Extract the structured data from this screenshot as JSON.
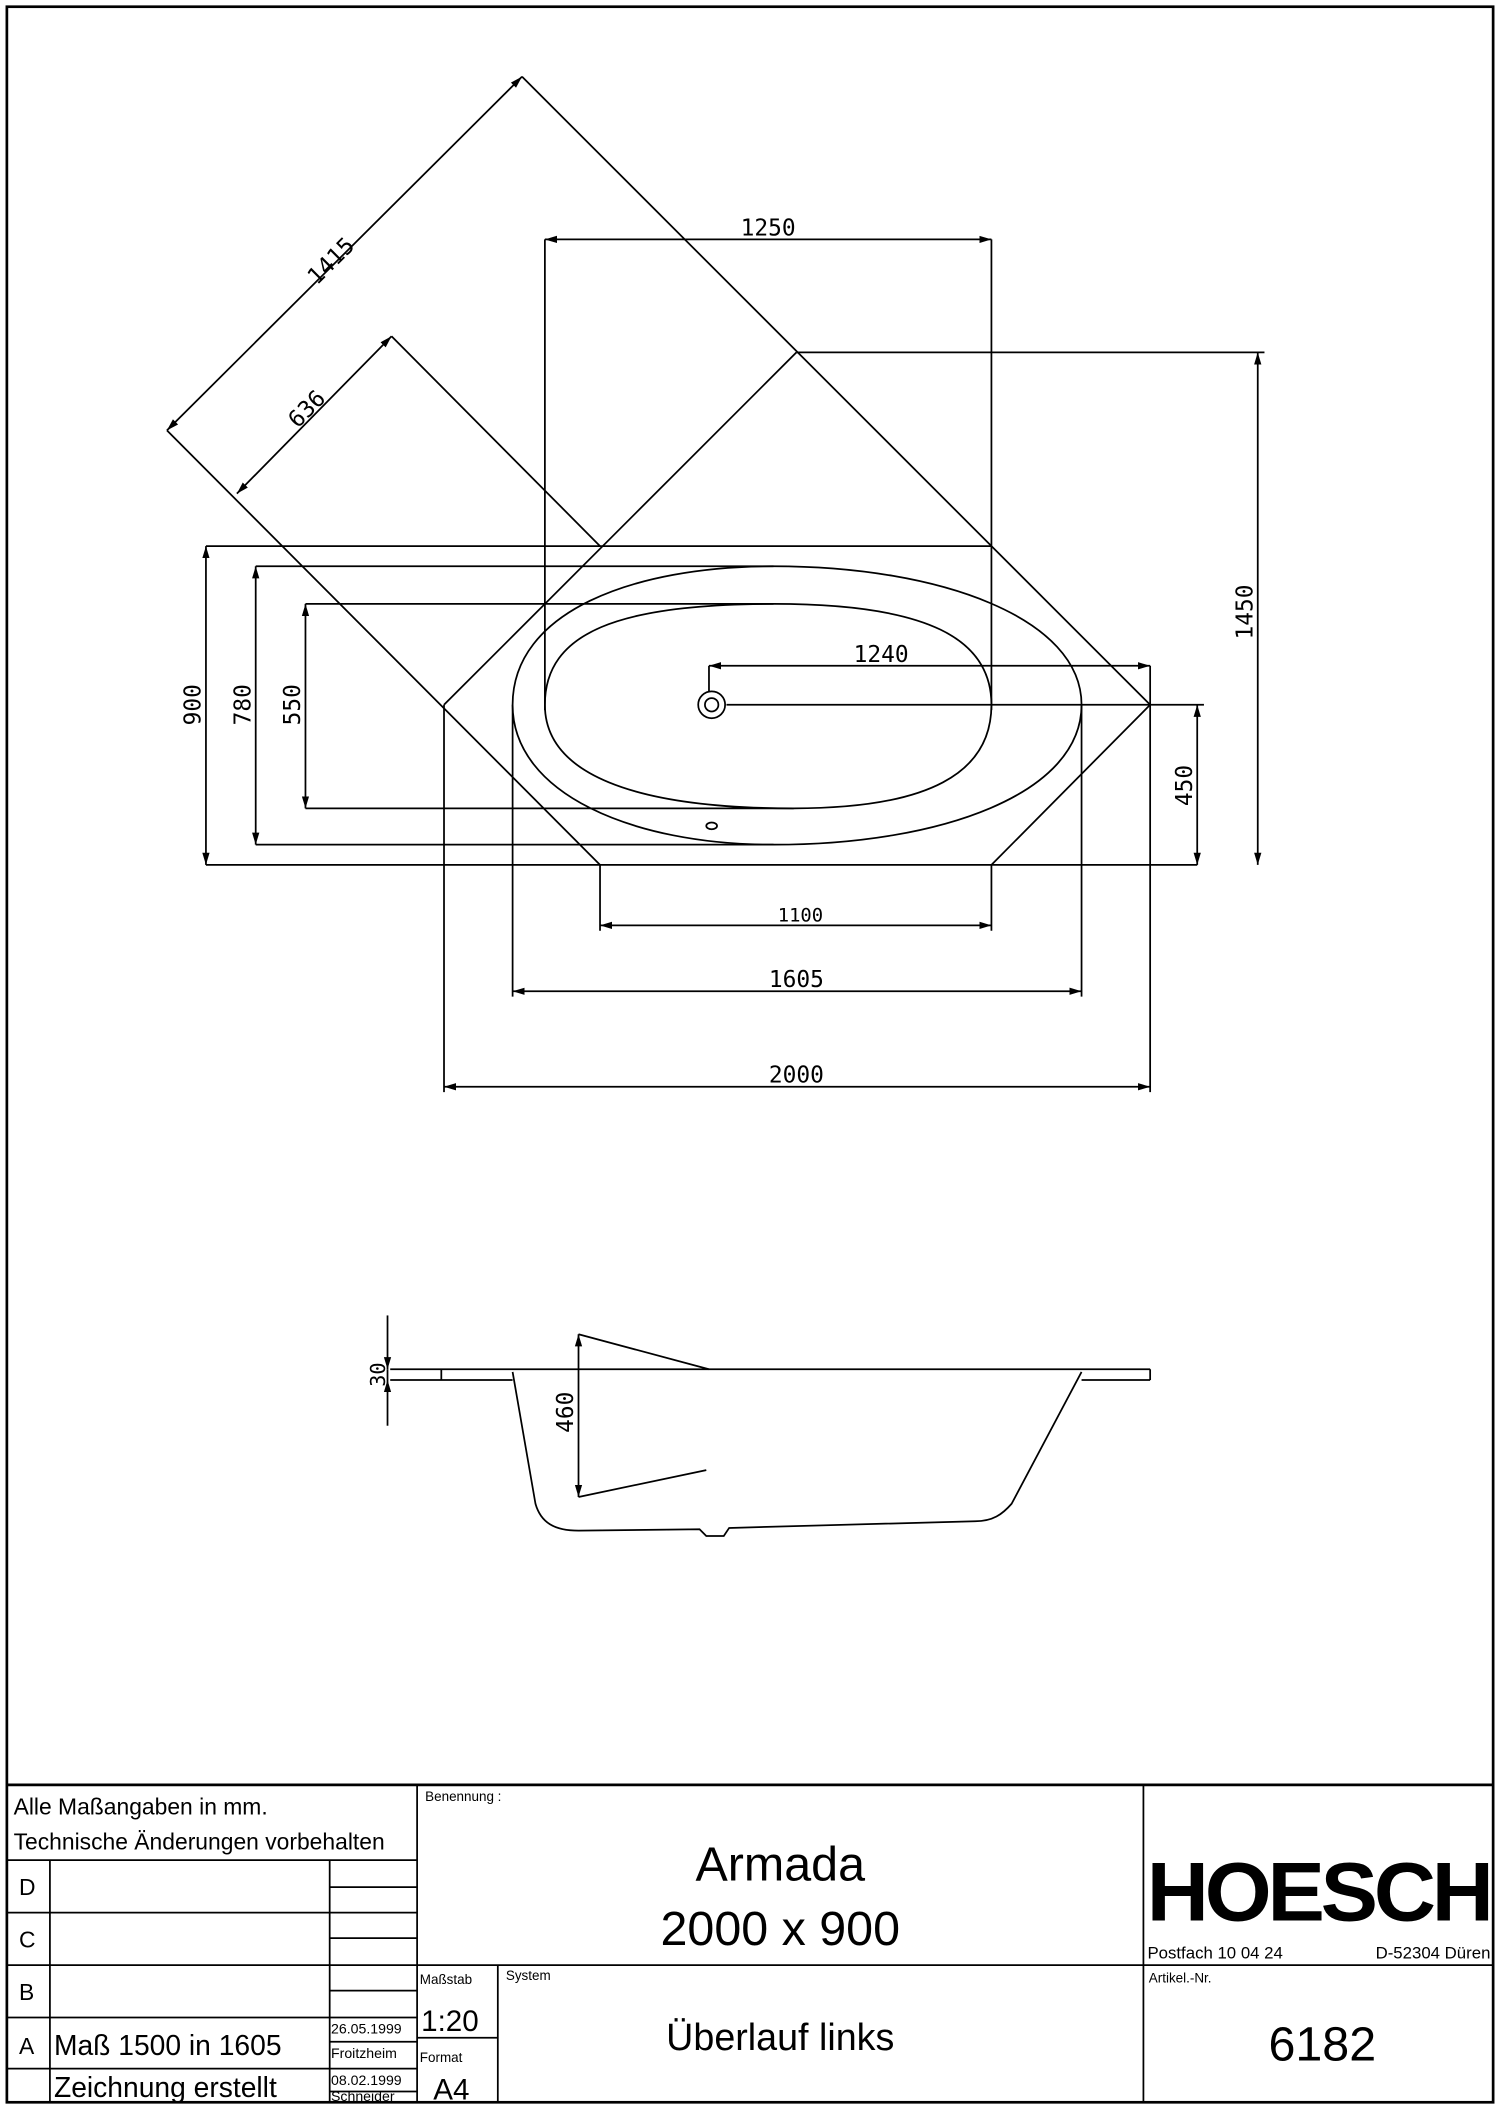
{
  "dimensions": {
    "d1415": "1415",
    "d636": "636",
    "d1250": "1250",
    "d1450": "1450",
    "d900": "900",
    "d780": "780",
    "d550": "550",
    "d1240": "1240",
    "d450": "450",
    "d1100": "1100",
    "d1605": "1605",
    "d2000": "2000",
    "d30": "30",
    "d460": "460"
  },
  "title_block": {
    "note1": "Alle Maßangaben in mm.",
    "note2": "Technische Änderungen vorbehalten",
    "revisions": [
      {
        "letter": "D",
        "text": "",
        "date": "",
        "name": ""
      },
      {
        "letter": "C",
        "text": "",
        "date": "",
        "name": ""
      },
      {
        "letter": "B",
        "text": "",
        "date": "",
        "name": ""
      },
      {
        "letter": "A",
        "text": "Maß 1500 in 1605",
        "date": "26.05.1999",
        "name": "Froitzheim"
      },
      {
        "letter": "",
        "text": "Zeichnung erstellt",
        "date": "08.02.1999",
        "name": "Schneider"
      }
    ],
    "benennung_label": "Benennung :",
    "name_line1": "Armada",
    "name_line2": "2000 x 900",
    "massstab_label": "Maßstab",
    "massstab_value": "1:20",
    "format_label": "Format",
    "format_value": "A4",
    "system_label": "System",
    "system_value": "Überlauf links",
    "company_logo": "HOESCH",
    "company_address_1": "Postfach 10 04 24",
    "company_address_2": "D-52304 Düren",
    "article_label": "Artikel.-Nr.",
    "article_number": "6182"
  }
}
